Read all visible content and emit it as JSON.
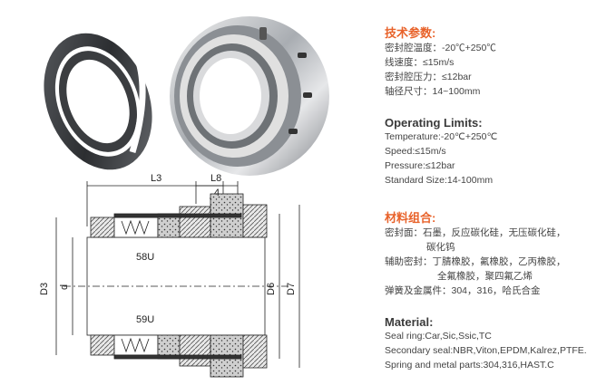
{
  "drawing": {
    "dim_L3": "L3",
    "dim_L8": "L8",
    "dim_4": "4",
    "label_58U": "58U",
    "label_59U": "59U",
    "dim_D3": "D3",
    "dim_d": "d",
    "dim_D6": "D6",
    "dim_D7": "D7"
  },
  "specs_cn": {
    "heading": "技术参数:",
    "lines": [
      "密封腔温度：-20℃+250℃",
      "线速度：≤15m/s",
      "密封腔压力：≤12bar",
      "轴径尺寸：14~100mm"
    ]
  },
  "specs_en": {
    "heading": "Operating Limits:",
    "lines": [
      "Temperature:-20℃+250℃",
      "Speed:≤15m/s",
      "Pressure:≤12bar",
      "Standard Size:14-100mm"
    ]
  },
  "material_cn": {
    "heading": "材料组合:",
    "l1": "密封面：石墨，反应碳化硅，无压碳化硅，",
    "l1b": "碳化钨",
    "l2": "辅助密封：丁腈橡胶，氟橡胶，乙丙橡胶，",
    "l2b": "全氟橡胶，聚四氟乙烯",
    "l3": "弹簧及金属件：304，316，哈氏合金"
  },
  "material_en": {
    "heading": "Material:",
    "lines": [
      "Seal ring:Car,Sic,Ssic,TC",
      "Secondary seal:NBR,Viton,EPDM,Kalrez,PTFE.",
      "Spring and metal parts:304,316,HAST.C"
    ]
  }
}
